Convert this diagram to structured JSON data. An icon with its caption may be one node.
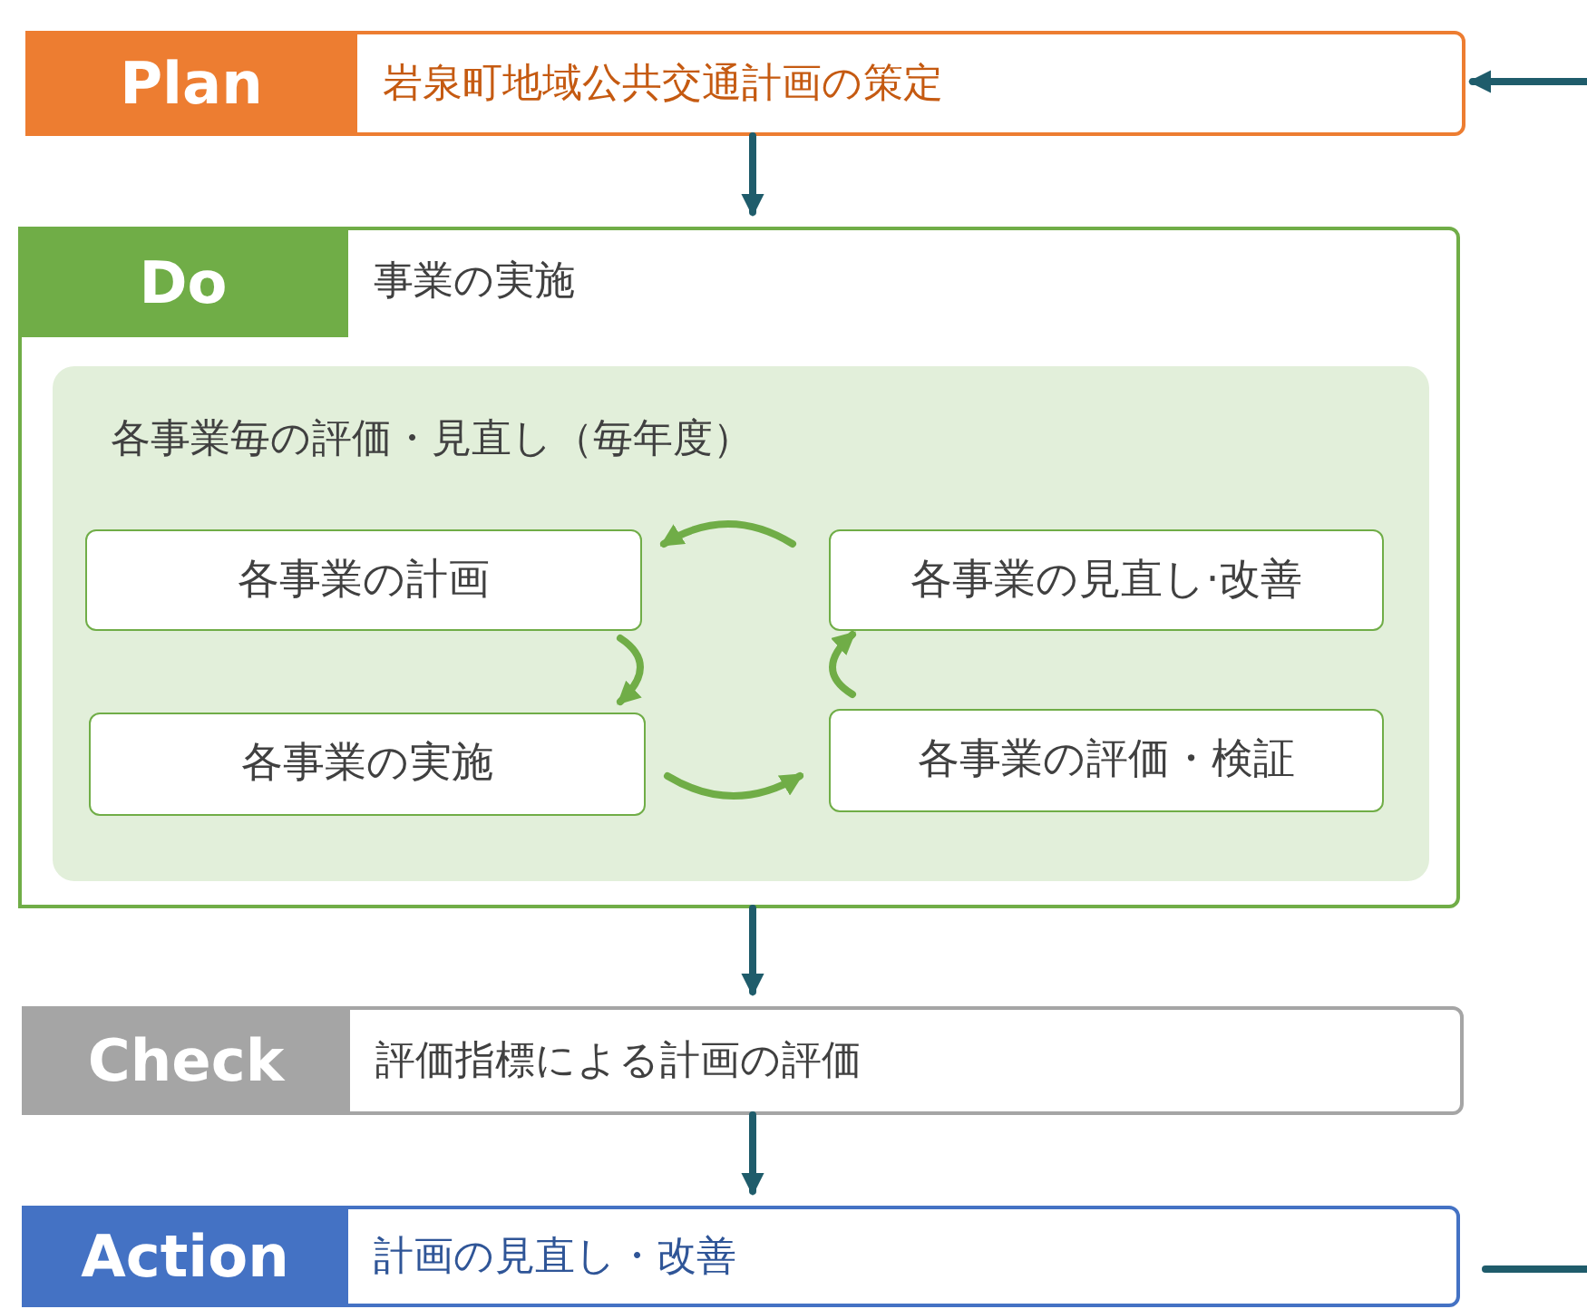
{
  "diagram": {
    "nodes": [
      {
        "text": [
          "Plan",
          "岩泉町地域公共交通計画の策定"
        ]
      },
      {
        "text": [
          "Do",
          "事業の実施"
        ]
      },
      {
        "text": [
          "各事業毎の評価・見直し（毎年度）"
        ],
        "in": 1
      },
      {
        "text": [
          "各事業の計画"
        ],
        "in": 2
      },
      {
        "text": [
          "各事業の見直し·改善"
        ],
        "in": 2
      },
      {
        "text": [
          "各事業の実施"
        ],
        "in": 2
      },
      {
        "text": [
          "各事業の評価・検証"
        ],
        "in": 2
      },
      {
        "text": [
          "Check",
          "評価指標による計画の評価"
        ]
      },
      {
        "text": [
          "Action",
          "計画の見直し・改善"
        ]
      }
    ],
    "edges": [
      {
        "from": 0,
        "to": 1,
        "arrow": "to"
      },
      {
        "from": 3,
        "to": 5,
        "arrow": "to",
        "color": "#70ad47"
      },
      {
        "from": 5,
        "to": 6,
        "arrow": "to",
        "color": "#70ad47"
      },
      {
        "from": 6,
        "to": 4,
        "arrow": "to",
        "color": "#70ad47"
      },
      {
        "from": 4,
        "to": 3,
        "arrow": "to",
        "color": "#70ad47"
      },
      {
        "from": 1,
        "to": 7,
        "arrow": "to"
      },
      {
        "from": 7,
        "to": 8,
        "arrow": "to"
      },
      {
        "from": 8,
        "to": null,
        "arrow": "none"
      },
      {
        "from": null,
        "to": 0,
        "arrow": "to"
      }
    ]
  }
}
